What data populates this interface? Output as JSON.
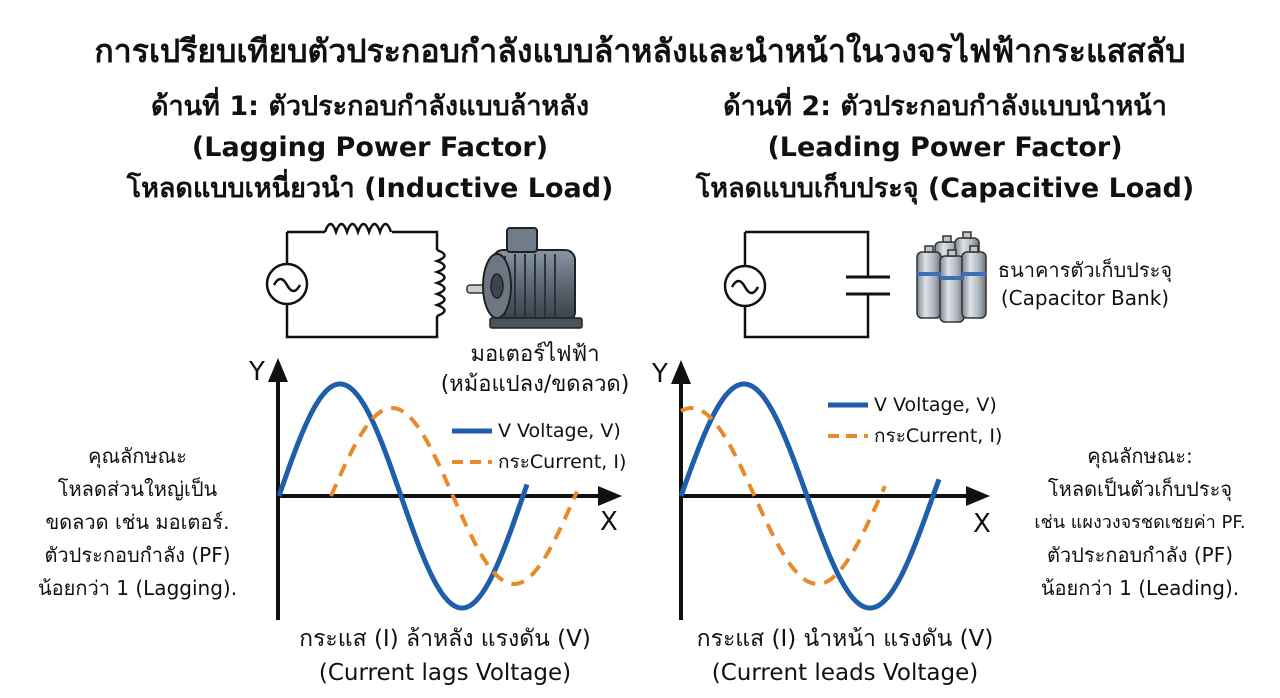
{
  "title": "การเปรียบเทียบตัวประกอบกำลังแบบล้าหลังและนำหน้าในวงจรไฟฟ้ากระแสสลับ",
  "left": {
    "heading": [
      "ด้านที่ 1: ตัวประกอบกำลังแบบล้าหลัง",
      "(Lagging Power Factor)",
      "โหลดแบบเหนี่ยวนำ (Inductive Load)"
    ],
    "device_label": [
      "มอเตอร์ไฟฟ้า",
      "(หม้อแปลง/ขดลวด)"
    ],
    "side_text": [
      "คุณลักษณะ",
      "โหลดส่วนใหญ่เป็น",
      "ขดลวด เช่น มอเตอร์.",
      "ตัวประกอบกำลัง (PF)",
      "น้อยกว่า 1 (Lagging)."
    ],
    "caption": [
      "กระแส (I) ล้าหลัง แรงดัน (V)",
      "(Current lags Voltage)"
    ],
    "legend": [
      "V Voltage, V)",
      "กระCurrent, I)"
    ]
  },
  "right": {
    "heading": [
      "ด้านที่ 2: ตัวประกอบกำลังแบบนำหน้า",
      "(Leading Power Factor)",
      "โหลดแบบเก็บประจุ (Capacitive Load)"
    ],
    "device_label": [
      "ธนาคารตัวเก็บประจุ",
      "(Capacitor Bank)"
    ],
    "side_text": [
      "คุณลักษณะ:",
      "โหลดเป็นตัวเก็บประจุ",
      "เช่น แผงวงจรชดเชยค่า PF.",
      "ตัวประกอบกำลัง (PF)",
      "น้อยกว่า 1 (Leading)."
    ],
    "caption": [
      "กระแส (I) นำหน้า แรงดัน (V)",
      "(Current leads Voltage)"
    ],
    "legend": [
      "V Voltage, V)",
      "กระCurrent, I)"
    ]
  },
  "axis": {
    "x": "X",
    "y": "Y"
  },
  "colors": {
    "voltage": "#1f5ea8",
    "current": "#e8892b",
    "ink": "#111111"
  },
  "icons": [
    "ac-source-icon",
    "inductor-icon",
    "motor-icon",
    "capacitor-icon",
    "capacitor-bank-icon"
  ]
}
